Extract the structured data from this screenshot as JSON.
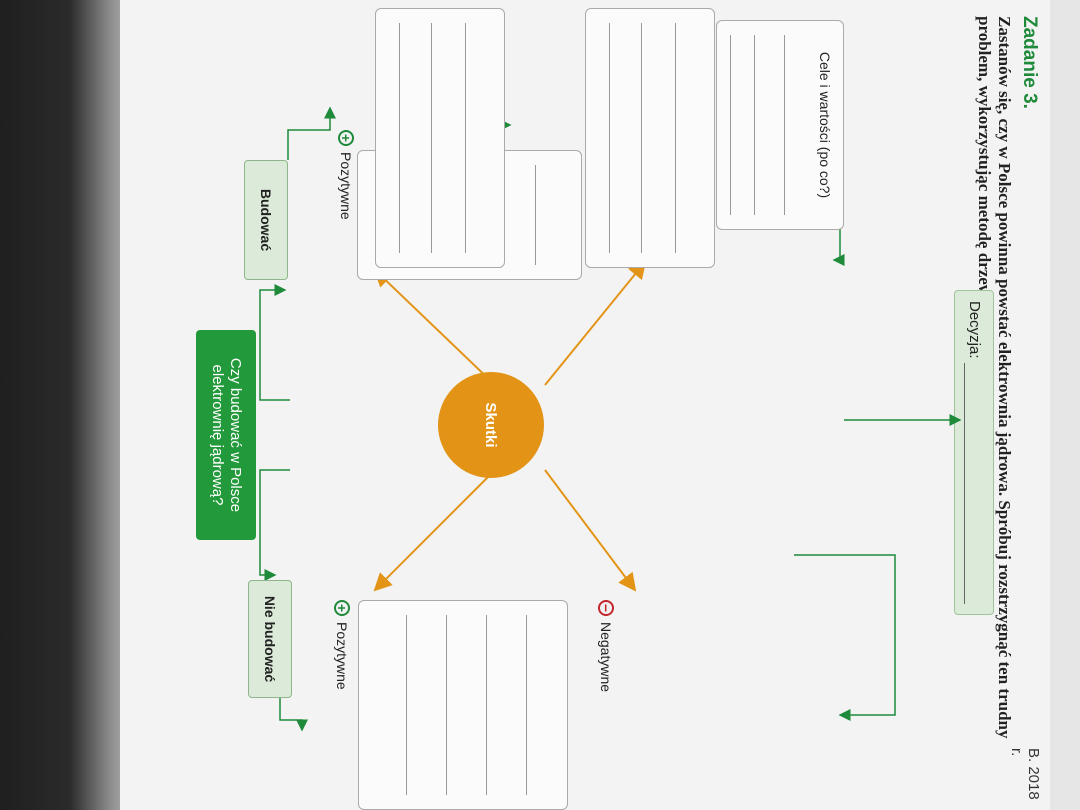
{
  "header": {
    "meta": "B. 2018 r."
  },
  "task": {
    "title": "Zadanie 3.",
    "instruction": "Zastanów się, czy w Polsce powinna powstać elektrownia jądrowa. Spróbuj rozstrzygnąć ten trudny problem, wykorzystując metodę drzewa decyzyjnego."
  },
  "decision": {
    "label": "Decyzja:"
  },
  "tree": {
    "root": "Czy budować w Polsce elektrownię jądrową?",
    "option_build": "Budować",
    "option_not_build": "Nie budować",
    "goals": "Cele i wartości (po co?)",
    "effects": "Skutki",
    "positive": "Pozytywne",
    "negative": "Negatywne"
  },
  "colors": {
    "accent_green": "#22993a",
    "light_green": "#dcebd9",
    "orange": "#e39417",
    "minus_red": "#c4262e"
  },
  "icons": {
    "positive": "plus-circle-icon",
    "negative": "minus-circle-icon"
  }
}
